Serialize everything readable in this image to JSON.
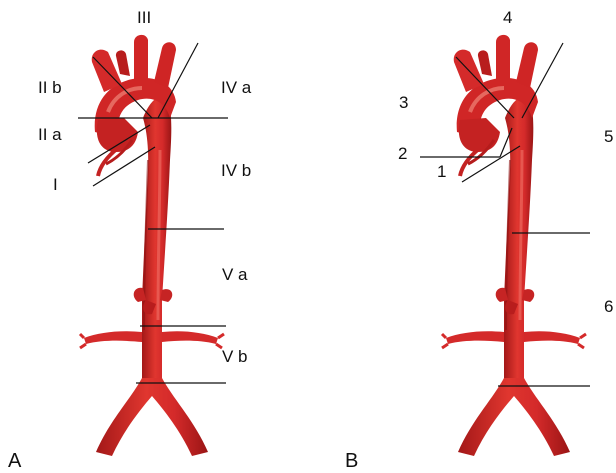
{
  "panel_a": {
    "letter": "A",
    "labels": {
      "iii": "III",
      "iib": "II b",
      "iia": "II a",
      "i": "I",
      "iva": "IV a",
      "ivb": "IV b",
      "va": "V a",
      "vb": "V b"
    }
  },
  "panel_b": {
    "letter": "B",
    "labels": {
      "n1": "1",
      "n2": "2",
      "n3": "3",
      "n4": "4",
      "n5": "5",
      "n6": "6"
    }
  },
  "colors": {
    "vessel": "#d42a2a",
    "vessel_dark": "#9e1717",
    "vessel_light": "#ef6a60",
    "line": "#111111"
  }
}
